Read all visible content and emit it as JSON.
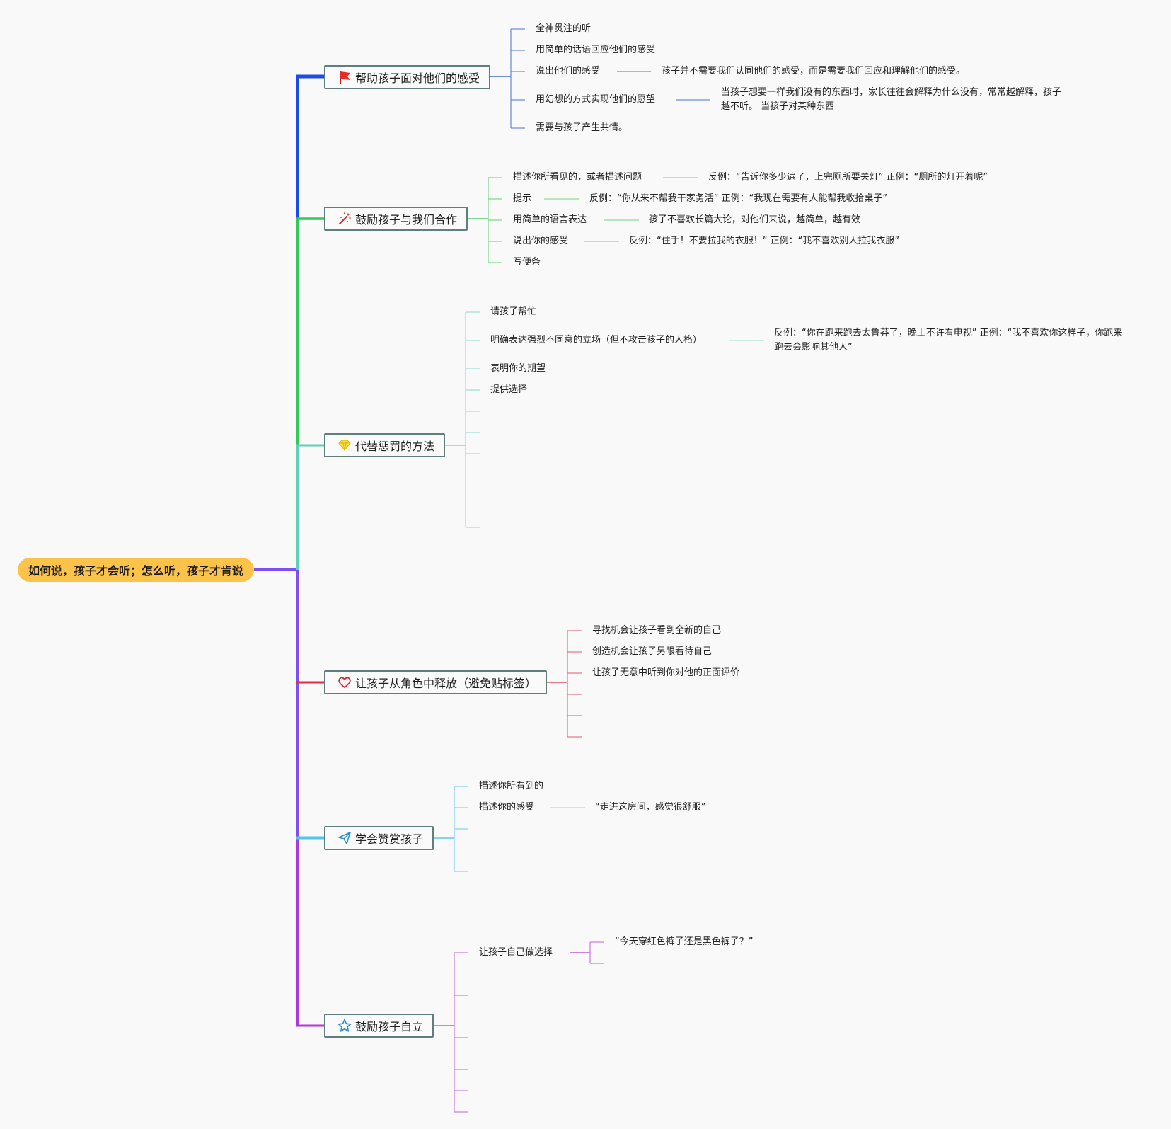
{
  "root": {
    "label": "如何说，孩子才会听；怎么听，孩子才肯说"
  },
  "colors": {
    "b1": "#1a4de8",
    "b2": "#36c75b",
    "b3": "#5fcfb8",
    "b4": "#e02d47",
    "b5": "#4fc6ec",
    "b6": "#b535d6",
    "trunk_upper": "#3d7cde",
    "trunk_lower": "#7e4ff0",
    "root_bg": "#fcc34a"
  },
  "branches": [
    {
      "label": "帮助孩子面对他们的感受",
      "icon": "red-flag-icon",
      "items": [
        {
          "label": "全神贯注的听"
        },
        {
          "label": "用简单的话语回应他们的感受"
        },
        {
          "label": "说出他们的感受",
          "detail": "孩子并不需要我们认同他们的感受，而是需要我们回应和理解他们的感受。"
        },
        {
          "label": "用幻想的方式实现他们的愿望",
          "detail": "当孩子想要一样我们没有的东西时，家长往往会解释为什么没有，常常越解释，孩子越不听。 当孩子对某种东西"
        },
        {
          "label": "需要与孩子产生共情。"
        }
      ]
    },
    {
      "label": "鼓励孩子与我们合作",
      "icon": "magic-wand-icon",
      "items": [
        {
          "label": "描述你所看见的，或者描述问题",
          "detail": "反例：“告诉你多少遍了，上完厕所要关灯” 正例：“厕所的灯开着呢”"
        },
        {
          "label": "提示",
          "detail": "反例：“你从来不帮我干家务活” 正例：“我现在需要有人能帮我收拾桌子”"
        },
        {
          "label": "用简单的语言表达",
          "detail": "孩子不喜欢长篇大论，对他们来说，越简单，越有效"
        },
        {
          "label": "说出你的感受",
          "detail": "反例：“住手！不要拉我的衣服！” 正例：“我不喜欢别人拉我衣服”"
        },
        {
          "label": "写便条"
        }
      ]
    },
    {
      "label": "代替惩罚的方法",
      "icon": "diamond-icon",
      "items": [
        {
          "label": "请孩子帮忙"
        },
        {
          "label": "明确表达强烈不同意的立场（但不攻击孩子的人格）",
          "detail": "反例：“你在跑来跑去太鲁莽了，晚上不许看电视” 正例：“我不喜欢你这样子，你跑来跑去会影响其他人”"
        },
        {
          "label": "表明你的期望"
        },
        {
          "label": "提供选择"
        }
      ]
    },
    {
      "label": "让孩子从角色中释放（避免贴标签）",
      "icon": "heart-icon",
      "items": [
        {
          "label": "寻找机会让孩子看到全新的自己"
        },
        {
          "label": "创造机会让孩子另眼看待自己"
        },
        {
          "label": "让孩子无意中听到你对他的正面评价"
        }
      ]
    },
    {
      "label": "学会赞赏孩子",
      "icon": "paper-plane-icon",
      "items": [
        {
          "label": "描述你所看到的"
        },
        {
          "label": "描述你的感受",
          "detail": "“走进这房间，感觉很舒服”"
        }
      ]
    },
    {
      "label": "鼓励孩子自立",
      "icon": "star-icon",
      "items": [
        {
          "label": "让孩子自己做选择",
          "detail": "“今天穿红色裤子还是黑色裤子？”"
        }
      ]
    }
  ]
}
